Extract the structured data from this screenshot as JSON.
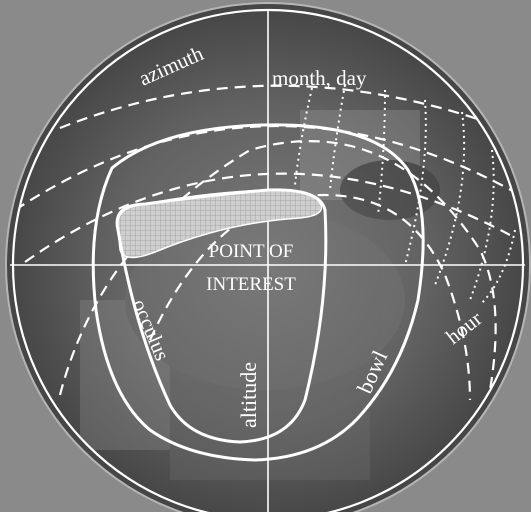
{
  "labels": {
    "azimuth": "azimuth",
    "month_day": "month, day",
    "point_of_interest_line1": "POINT OF",
    "point_of_interest_line2": "INTEREST",
    "occulus": "occulus",
    "altitude": "altitude",
    "bowl": "bowl",
    "hour": "hour"
  },
  "colors": {
    "background": "#5c5c5c",
    "lines": "#ffffff",
    "hatch_fill": "#d8d8d8"
  }
}
